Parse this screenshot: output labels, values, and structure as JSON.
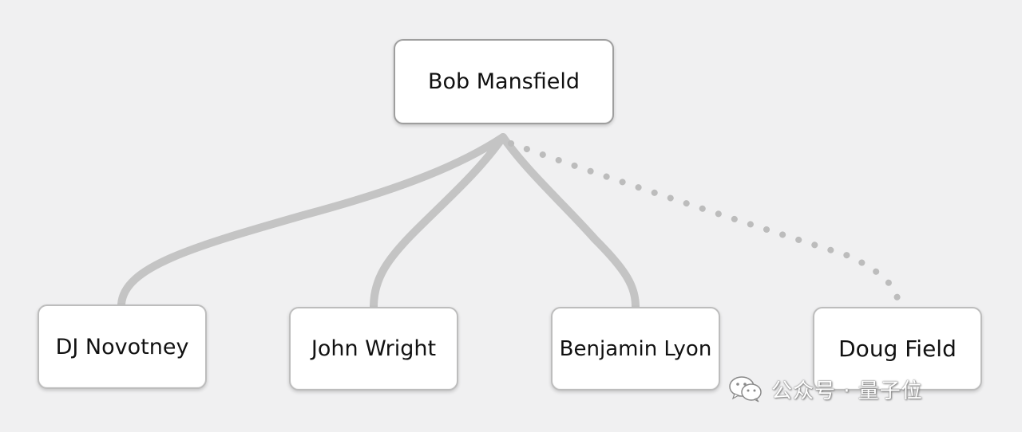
{
  "colors": {
    "background": "#f0f0f1",
    "node_fill": "#ffffff",
    "node_border": "#bdbdbd",
    "connector": "#c4c4c4",
    "dotted_connector": "#bcbcbc"
  },
  "diagram": {
    "root": {
      "label": "Bob Mansfield"
    },
    "children": [
      {
        "label": "DJ Novotney",
        "link": "solid"
      },
      {
        "label": "John Wright",
        "link": "solid"
      },
      {
        "label": "Benjamin Lyon",
        "link": "solid"
      },
      {
        "label": "Doug Field",
        "link": "dotted"
      }
    ]
  },
  "watermark": {
    "icon": "wechat-icon",
    "text": "公众号 · 量子位"
  }
}
